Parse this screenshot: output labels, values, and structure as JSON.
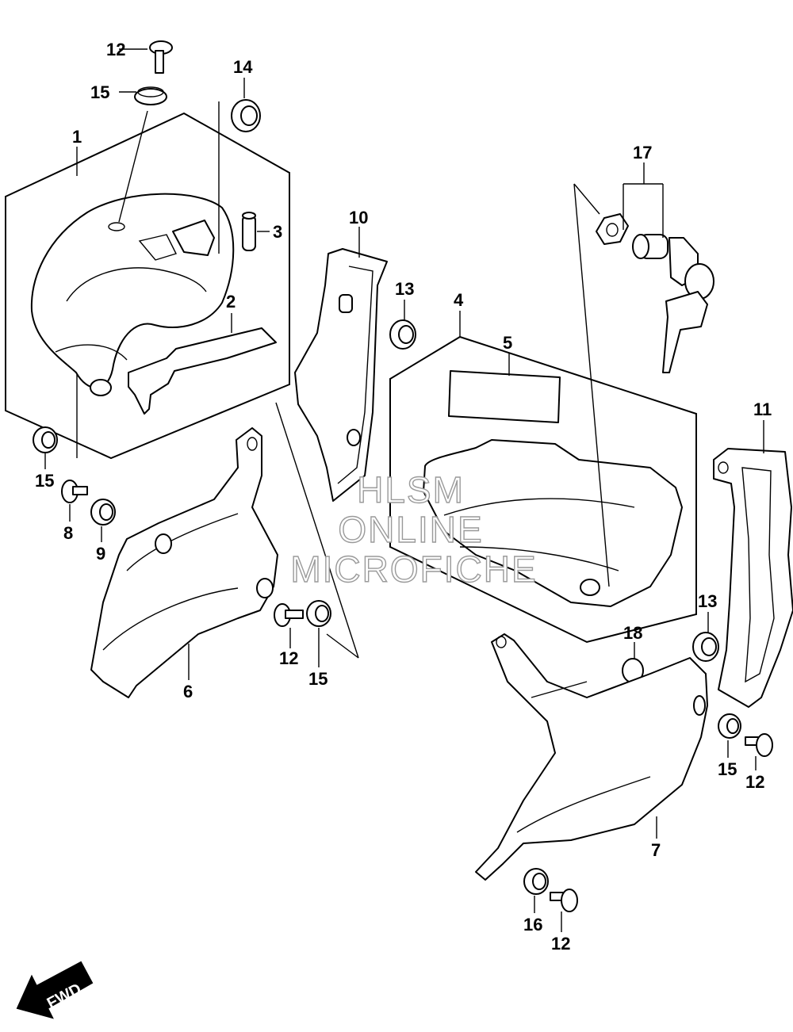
{
  "callouts": {
    "c1": "1",
    "c2": "2",
    "c3": "3",
    "c4": "4",
    "c5": "5",
    "c6": "6",
    "c7": "7",
    "c8": "8",
    "c9": "9",
    "c10": "10",
    "c11": "11",
    "c12a": "12",
    "c12b": "12",
    "c12c": "12",
    "c12d": "12",
    "c13a": "13",
    "c13b": "13",
    "c14": "14",
    "c15a": "15",
    "c15b": "15",
    "c15c": "15",
    "c15d": "15",
    "c16": "16",
    "c17": "17",
    "c18": "18"
  },
  "watermark": {
    "line1": "HLSM",
    "line2": "ONLINE",
    "line3": "MICROFICHE"
  },
  "direction_badge": {
    "label": "FWD"
  }
}
